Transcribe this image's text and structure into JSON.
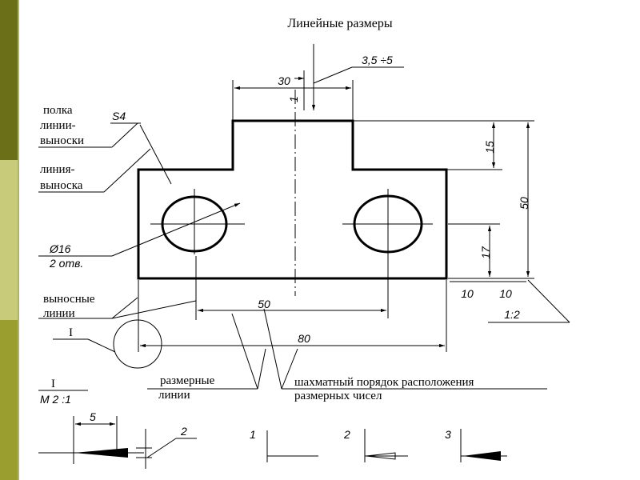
{
  "title": "Линейные размеры",
  "callouts": {
    "polka_1": "полка",
    "polka_2": "линии-",
    "polka_3": "выноски",
    "liniya_1": "линия-",
    "liniya_2": "выноска",
    "vynosnye_1": "выносные",
    "vynosnye_2": "линии",
    "razmernye_1": "размерные",
    "razmernye_2": "линии",
    "shakhmat_1": "шахматный порядок расположения",
    "shakhmat_2": "размерных чисел"
  },
  "dimensions": {
    "d30": "30",
    "d1": "1",
    "d35": "3,5 ÷5",
    "s4": "S4",
    "d15": "15",
    "d50v": "50",
    "d16": "Ø16",
    "holes": "2 отв.",
    "d17": "17",
    "d10a": "10",
    "d10b": "10",
    "slope": "1:2",
    "d50h": "50",
    "d80": "80",
    "roman": "I"
  },
  "detail": {
    "roman": "I",
    "scale": "М 2 :1",
    "d5": "5",
    "d2": "2",
    "n1": "1",
    "n2": "2",
    "n3": "3"
  }
}
